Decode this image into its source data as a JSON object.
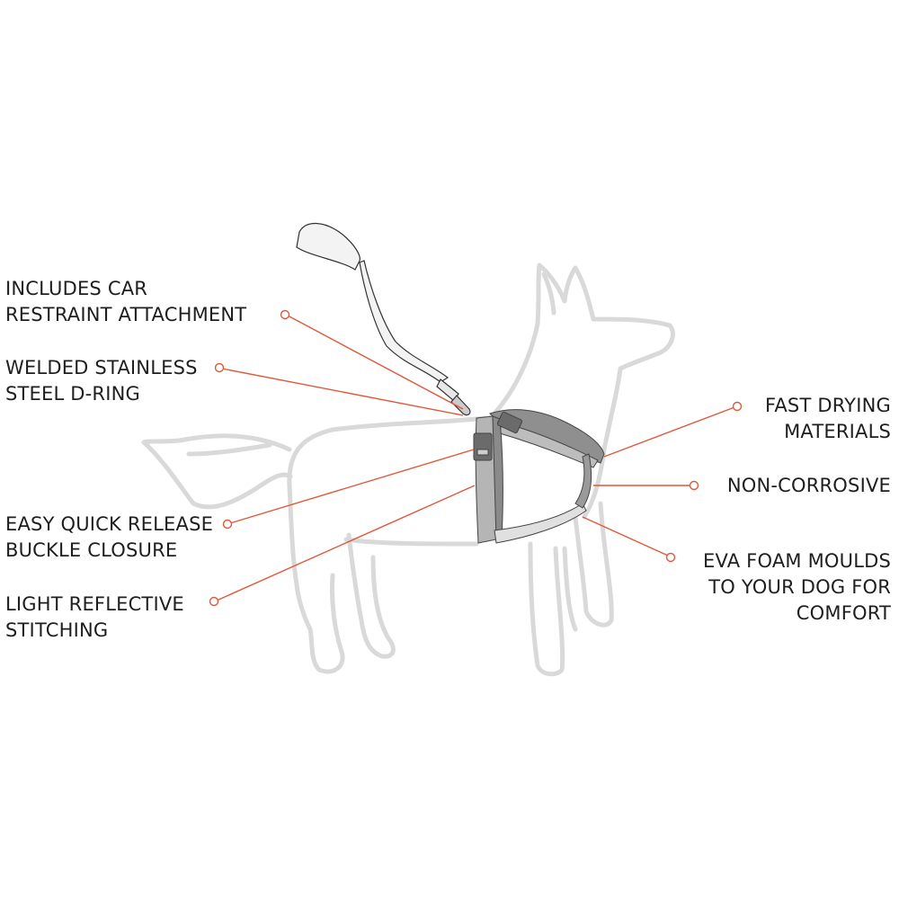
{
  "diagram": {
    "subject": "Dog wearing harness with attached leash",
    "accent_color": "#e0583a",
    "outline_color": "#d8d8d8",
    "harness_color": "#a9a9a9",
    "callouts": [
      {
        "id": "car-restraint",
        "side": "left",
        "lines": [
          "INCLUDES CAR",
          "RESTRAINT ATTACHMENT"
        ]
      },
      {
        "id": "d-ring",
        "side": "left",
        "lines": [
          "WELDED STAINLESS",
          "STEEL D-RING"
        ]
      },
      {
        "id": "buckle",
        "side": "left",
        "lines": [
          "EASY QUICK RELEASE",
          "BUCKLE CLOSURE"
        ]
      },
      {
        "id": "reflective",
        "side": "left",
        "lines": [
          "LIGHT REFLECTIVE",
          "STITCHING"
        ]
      },
      {
        "id": "fast-drying",
        "side": "right",
        "lines": [
          "FAST DRYING",
          "MATERIALS"
        ]
      },
      {
        "id": "non-corrosive",
        "side": "right",
        "lines": [
          "NON-CORROSIVE"
        ]
      },
      {
        "id": "eva-foam",
        "side": "right",
        "lines": [
          "EVA FOAM MOULDS",
          "TO YOUR DOG FOR",
          "COMFORT"
        ]
      }
    ]
  }
}
